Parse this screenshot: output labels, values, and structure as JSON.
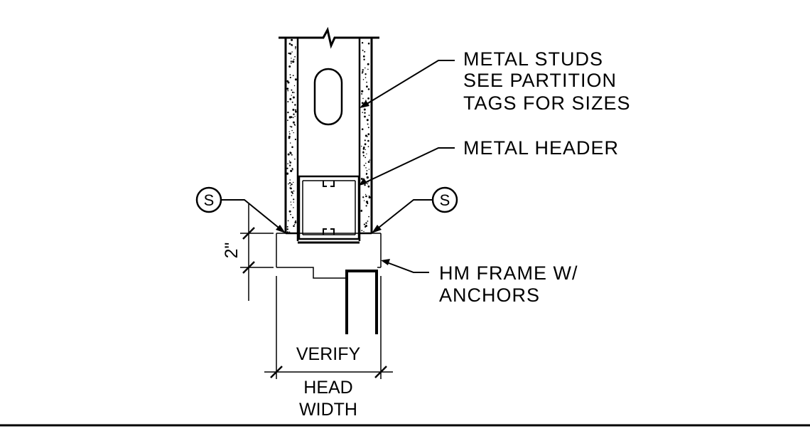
{
  "annotations": {
    "metal_studs": [
      "METAL STUDS",
      "SEE PARTITION",
      "TAGS FOR SIZES"
    ],
    "metal_header": "METAL HEADER",
    "hm_frame": [
      "HM FRAME W/",
      "ANCHORS"
    ],
    "sealant_tag_left": "S",
    "sealant_tag_right": "S",
    "dimension_2in": "2\"",
    "verify": "VERIFY",
    "head_width": [
      "HEAD",
      "WIDTH"
    ]
  },
  "colors": {
    "line": "#000000",
    "background": "#ffffff"
  }
}
